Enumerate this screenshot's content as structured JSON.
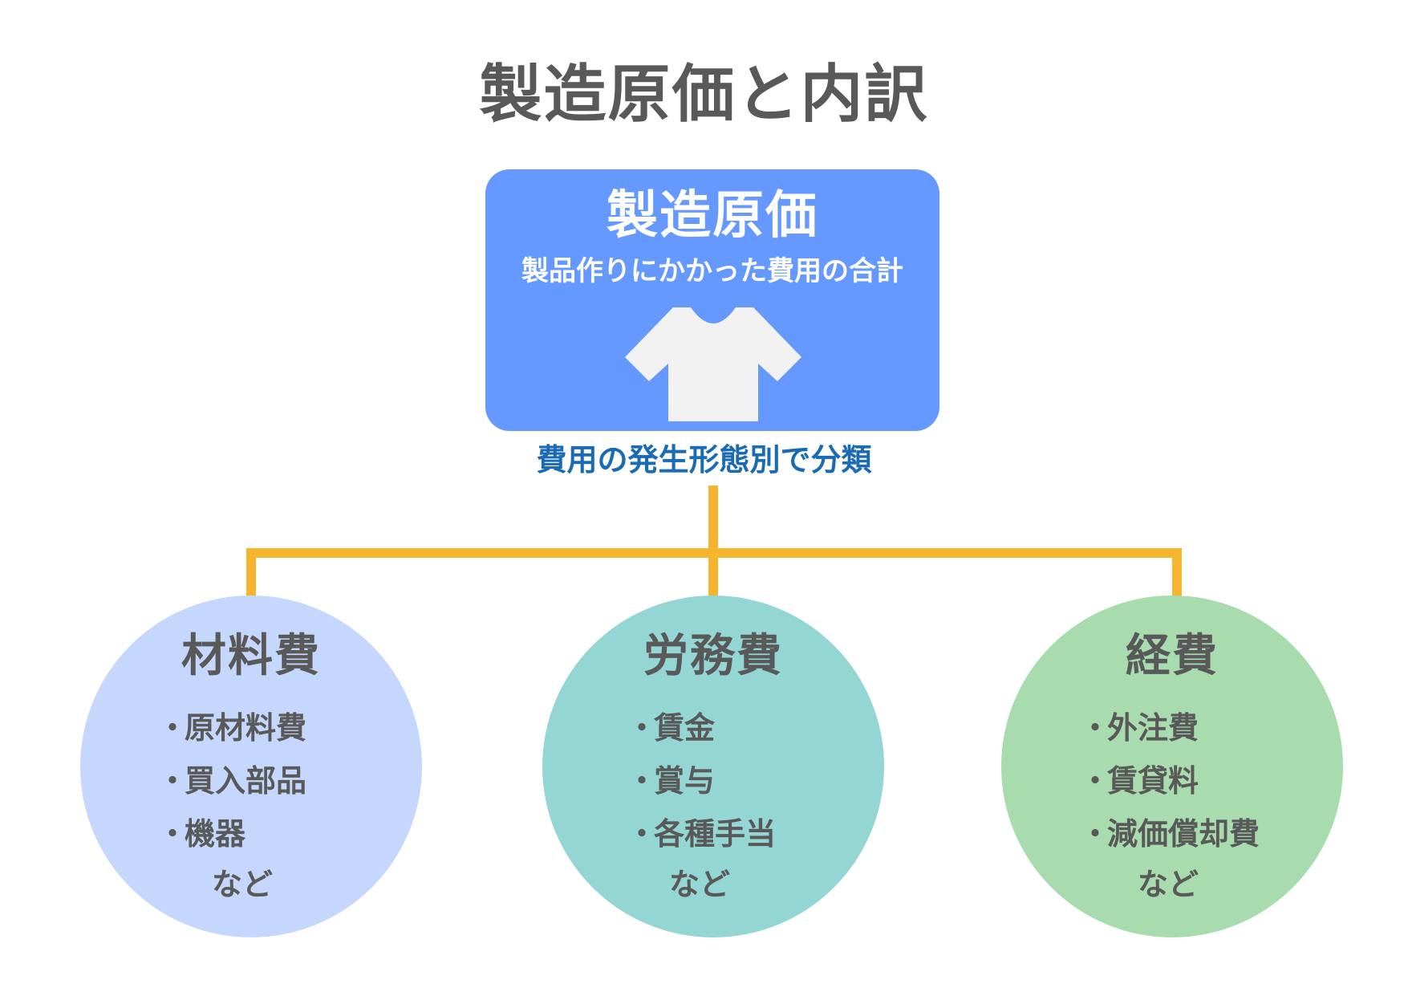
{
  "title": "製造原価と内訳",
  "root": {
    "title": "製造原価",
    "subtitle": "製品作りにかかった費用の合計",
    "icon": "t-shirt-icon"
  },
  "classification_note": "費用の発生形態別で分類",
  "colors": {
    "root_box": "#6699ff",
    "connector": "#f5b52e",
    "materials_circle": "#c5d7fd",
    "labor_circle": "#93d6d3",
    "expenses_circle": "#a8dcaf",
    "note_text": "#1a6bb3",
    "body_text": "#595959"
  },
  "categories": [
    {
      "title": "材料費",
      "items": [
        "原材料費",
        "買入部品",
        "機器"
      ],
      "etc": "など"
    },
    {
      "title": "労務費",
      "items": [
        "賃金",
        "賞与",
        "各種手当"
      ],
      "etc": "など"
    },
    {
      "title": "経費",
      "items": [
        "外注費",
        "賃貸料",
        "減価償却費"
      ],
      "etc": "など"
    }
  ],
  "bullet": "・"
}
